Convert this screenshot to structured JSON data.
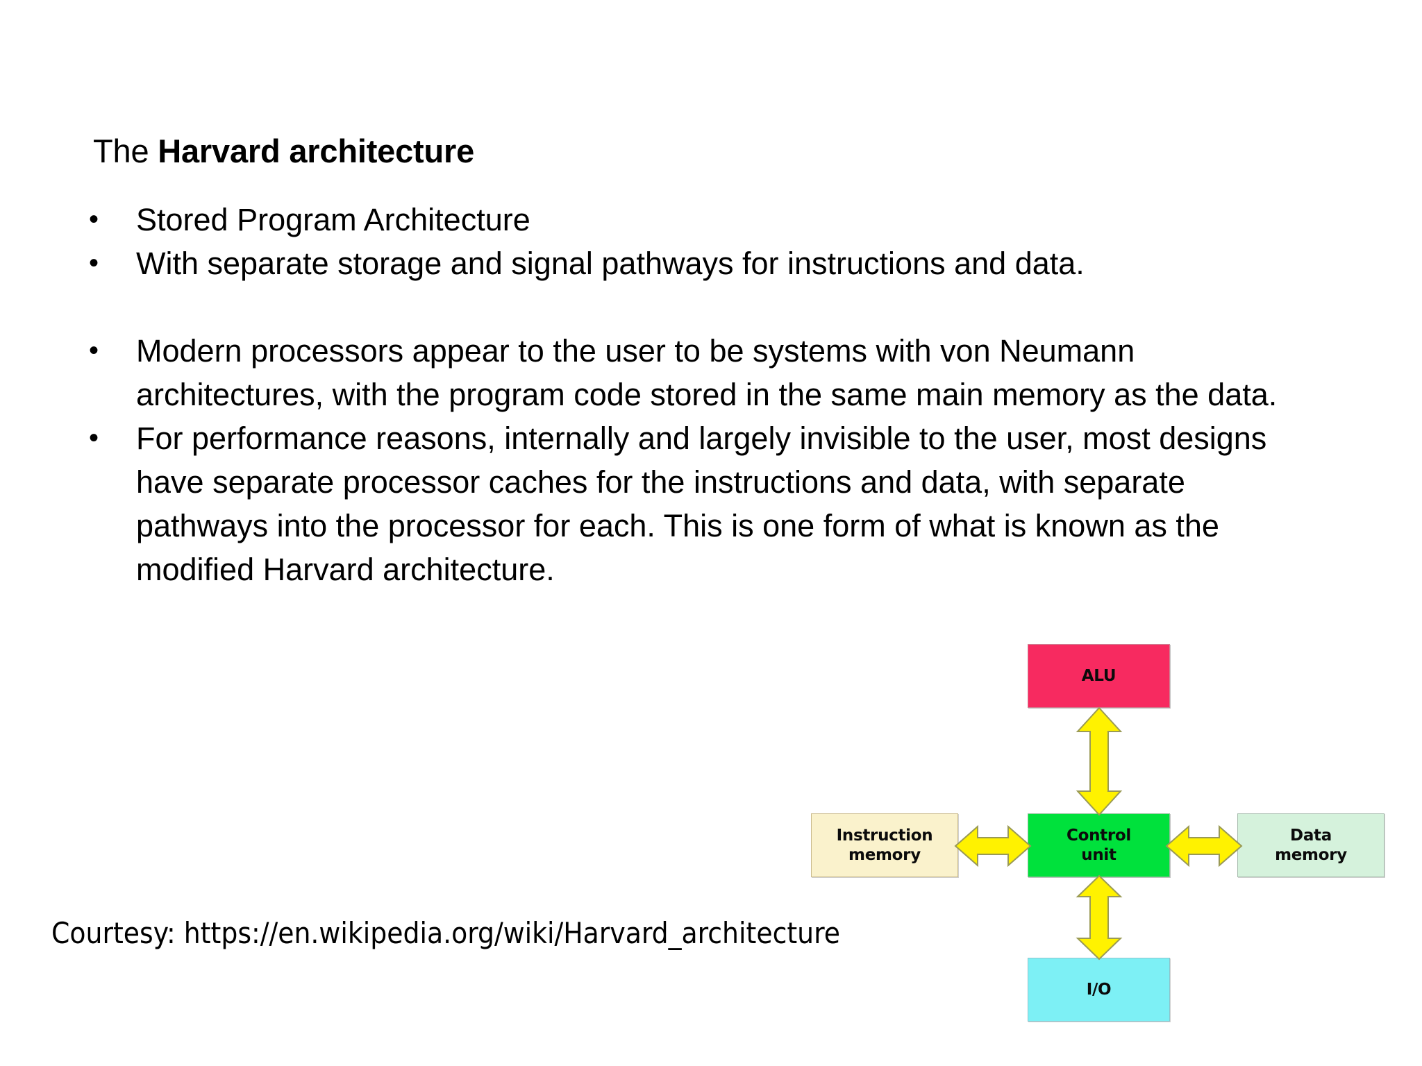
{
  "slide": {
    "title": {
      "lead": "The ",
      "emphasis": "Harvard architecture"
    },
    "bullets": [
      {
        "marker": "•",
        "text": "Stored Program Architecture"
      },
      {
        "marker": "•",
        "text": "With separate storage and signal pathways for instructions and data."
      },
      {
        "marker": "•",
        "text": "Modern processors appear to the user to be systems with von Neumann architectures, with the program code stored in the same main memory as the data."
      },
      {
        "marker": "•",
        "text": "For performance reasons, internally and largely invisible to the user, most designs have separate processor caches for the instructions and data, with separate pathways into the processor for each. This is one form of what is known as the modified Harvard architecture."
      }
    ],
    "courtesy": "Courtesy: https://en.wikipedia.org/wiki/Harvard_architecture"
  },
  "diagram": {
    "name": "harvard-architecture-block-diagram",
    "nodes": {
      "alu": {
        "label": "ALU",
        "fill": "#F72A60",
        "border": "#CF7F92"
      },
      "control": {
        "label": "Control\nunit",
        "line1": "Control",
        "line2": "unit",
        "fill": "#00E13C",
        "border": "#8BBF96"
      },
      "instruction_memory": {
        "label": "Instruction\nmemory",
        "line1": "Instruction",
        "line2": "memory",
        "fill": "#FAF2CC",
        "border": "#C9B98A"
      },
      "data_memory": {
        "label": "Data\nmemory",
        "line1": "Data",
        "line2": "memory",
        "fill": "#D5F2DC",
        "border": "#A8BCAE"
      },
      "io": {
        "label": "I/O",
        "fill": "#7DF0F5",
        "border": "#8DC4CC"
      }
    },
    "arrows": {
      "fill": "#FFF200",
      "stroke": "#9A9A55",
      "connections": [
        {
          "id": "alu-control",
          "from": "alu",
          "to": "control",
          "direction": "bidirectional-vertical"
        },
        {
          "id": "control-io",
          "from": "control",
          "to": "io",
          "direction": "bidirectional-vertical"
        },
        {
          "id": "instruction-control",
          "from": "instruction_memory",
          "to": "control",
          "direction": "bidirectional-horizontal"
        },
        {
          "id": "control-data",
          "from": "control",
          "to": "data_memory",
          "direction": "bidirectional-horizontal"
        }
      ]
    }
  }
}
